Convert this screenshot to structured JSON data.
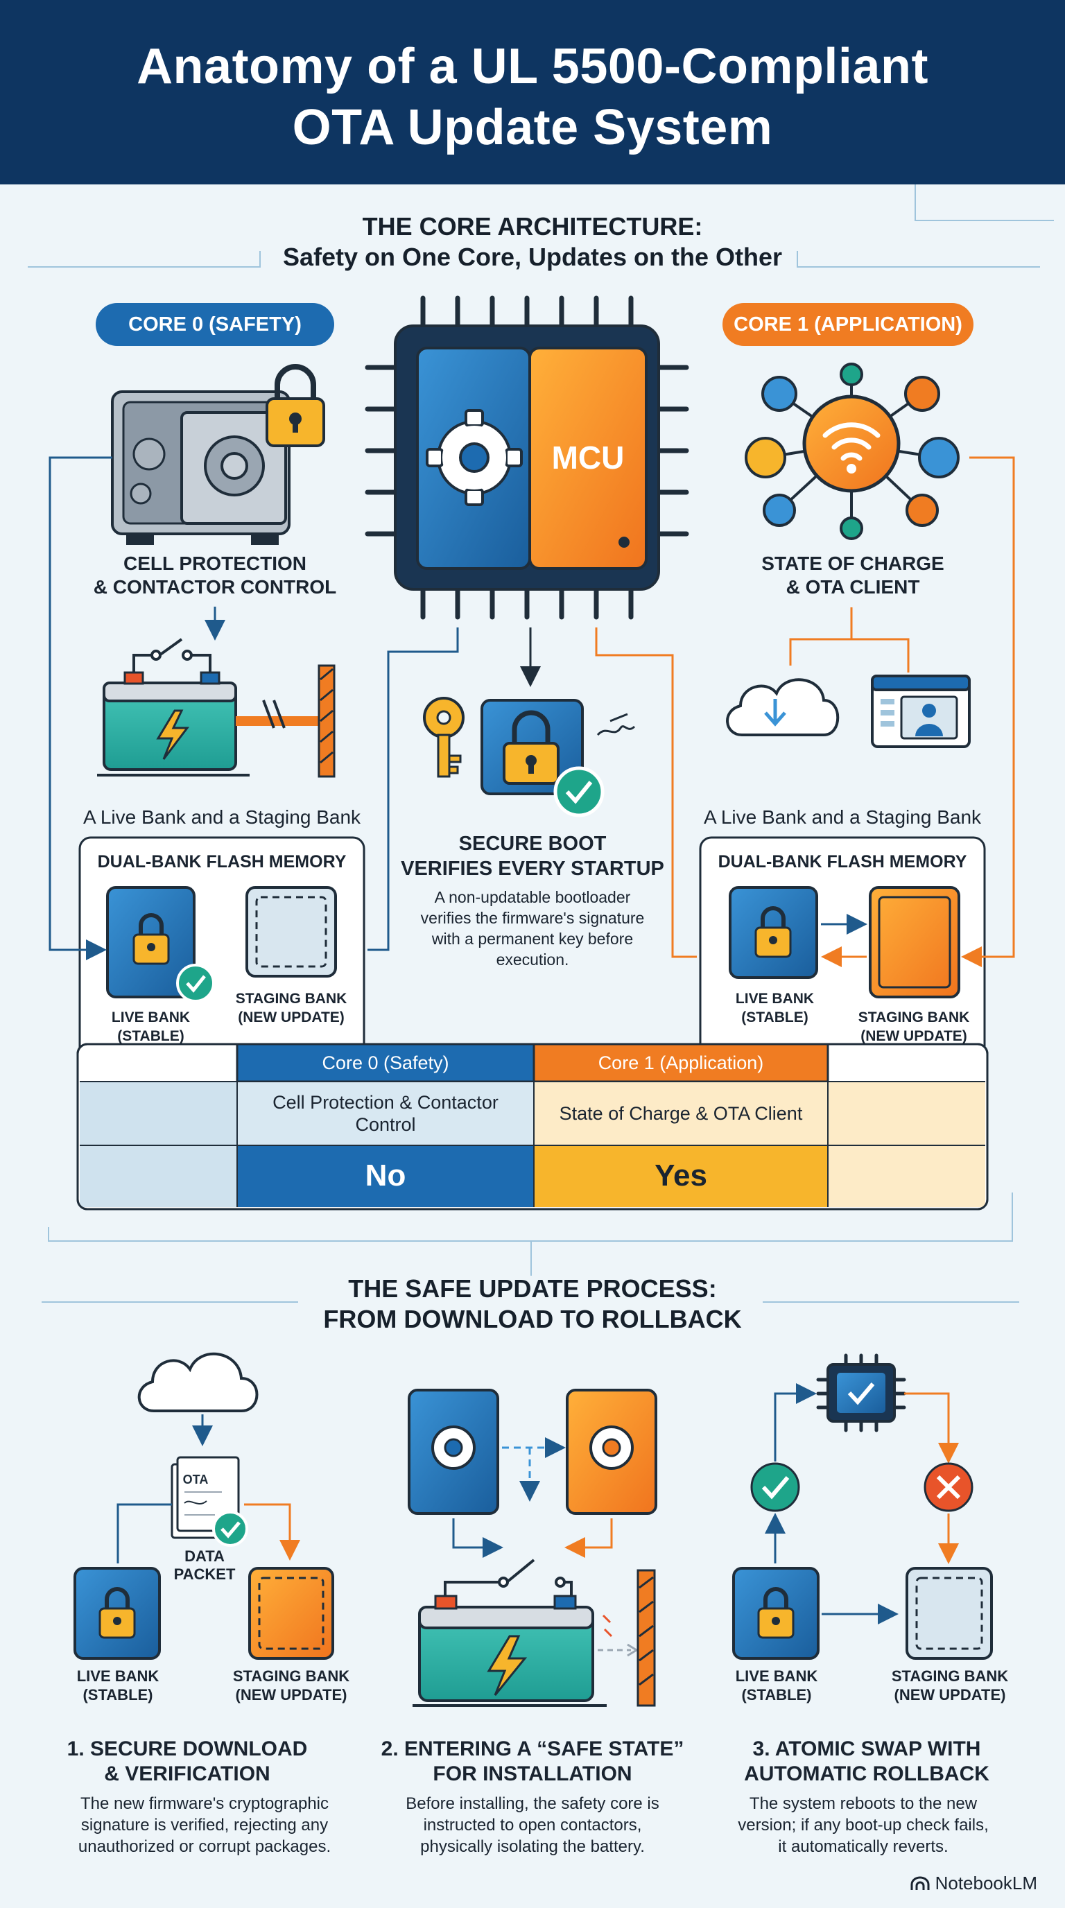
{
  "header": {
    "title_line1": "Anatomy of a UL 5500-Compliant",
    "title_line2": "OTA Update System"
  },
  "architecture": {
    "title_line1": "THE CORE ARCHITECTURE:",
    "title_line2": "Safety on One Core, Updates on the Other",
    "core0_pill": "CORE 0 (SAFETY)",
    "core1_pill": "CORE 1 (APPLICATION)",
    "mcu_label": "MCU",
    "core0_function_line1": "CELL PROTECTION",
    "core0_function_line2": "& CONTACTOR CONTROL",
    "core1_function_line1": "STATE OF CHARGE",
    "core1_function_line2": "& OTA CLIENT",
    "bank_heading": "A Live Bank and a Staging Bank",
    "flash_title": "DUAL-BANK FLASH MEMORY",
    "live_bank_line1": "LIVE BANK",
    "live_bank_line2": "(STABLE)",
    "staging_bank_line1": "STAGING BANK",
    "staging_bank_line2": "(NEW UPDATE)",
    "secure_boot_title_line1": "SECURE BOOT",
    "secure_boot_title_line2": "VERIFIES EVERY STARTUP",
    "secure_boot_desc": "A non-updatable bootloader verifies the firmware's signature with a permanent key before execution."
  },
  "table": {
    "col0_header": "Core 0 (Safety)",
    "col1_header": "Core 1 (Application)",
    "row1_col0": "Cell Protection & Contactor Control",
    "row1_col1": "State of Charge & OTA Client",
    "row2_col0": "No",
    "row2_col1": "Yes"
  },
  "process": {
    "title_line1": "THE SAFE UPDATE PROCESS:",
    "title_line2": "FROM DOWNLOAD TO ROLLBACK",
    "doc_text": "OTA",
    "data_packet_line1": "DATA",
    "data_packet_line2": "PACKET",
    "live_bank_line1": "LIVE BANK",
    "live_bank_line2": "(STABLE)",
    "staging_bank_line1": "STAGING BANK",
    "staging_bank_line2": "(NEW UPDATE)",
    "steps": [
      {
        "title_line1": "1. SECURE DOWNLOAD",
        "title_line2": "& VERIFICATION",
        "desc": "The new firmware's cryptographic signature is verified, rejecting any unauthorized or corrupt packages."
      },
      {
        "title_line1": "2. ENTERING A “SAFE STATE”",
        "title_line2": "FOR INSTALLATION",
        "desc": "Before installing, the safety core is instructed to open contactors, physically isolating the battery."
      },
      {
        "title_line1": "3. ATOMIC SWAP WITH",
        "title_line2": "AUTOMATIC ROLLBACK",
        "desc": "The system reboots to the new version; if any boot-up check fails, it automatically reverts."
      }
    ]
  },
  "brand": "NotebookLM",
  "colors": {
    "header_bg": "#0e3561",
    "safety_blue": "#1d6bb0",
    "app_orange": "#f07c22",
    "yes_amber": "#f7b52c",
    "check_green": "#1ea58a",
    "battery_teal": "#2bb1a5",
    "reject_red": "#e8542a"
  },
  "icons": [
    "vault-icon",
    "padlock-icon",
    "gear-icon",
    "mcu-chip-icon",
    "network-hub-icon",
    "battery-icon",
    "switch-icon",
    "barrier-icon",
    "key-icon",
    "signature-icon",
    "checkmark-icon",
    "cloud-download-icon",
    "browser-user-icon",
    "document-icon",
    "cross-icon",
    "cloud-icon"
  ]
}
